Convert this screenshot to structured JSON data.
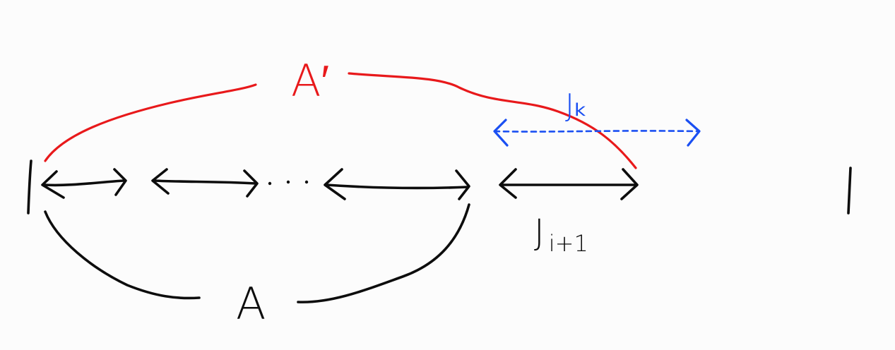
{
  "diagram": {
    "colors": {
      "background": "#fcfcfc",
      "ink": "#0d0d0d",
      "red": "#e8191b",
      "blue": "#1a4ff2"
    },
    "labels": {
      "a_prime": "A′",
      "a": "A",
      "j_k": "Jₖ",
      "j_i_plus_1_main": "J",
      "j_i_plus_1_sub": "i+1",
      "ellipsis": "· · ·"
    }
  }
}
